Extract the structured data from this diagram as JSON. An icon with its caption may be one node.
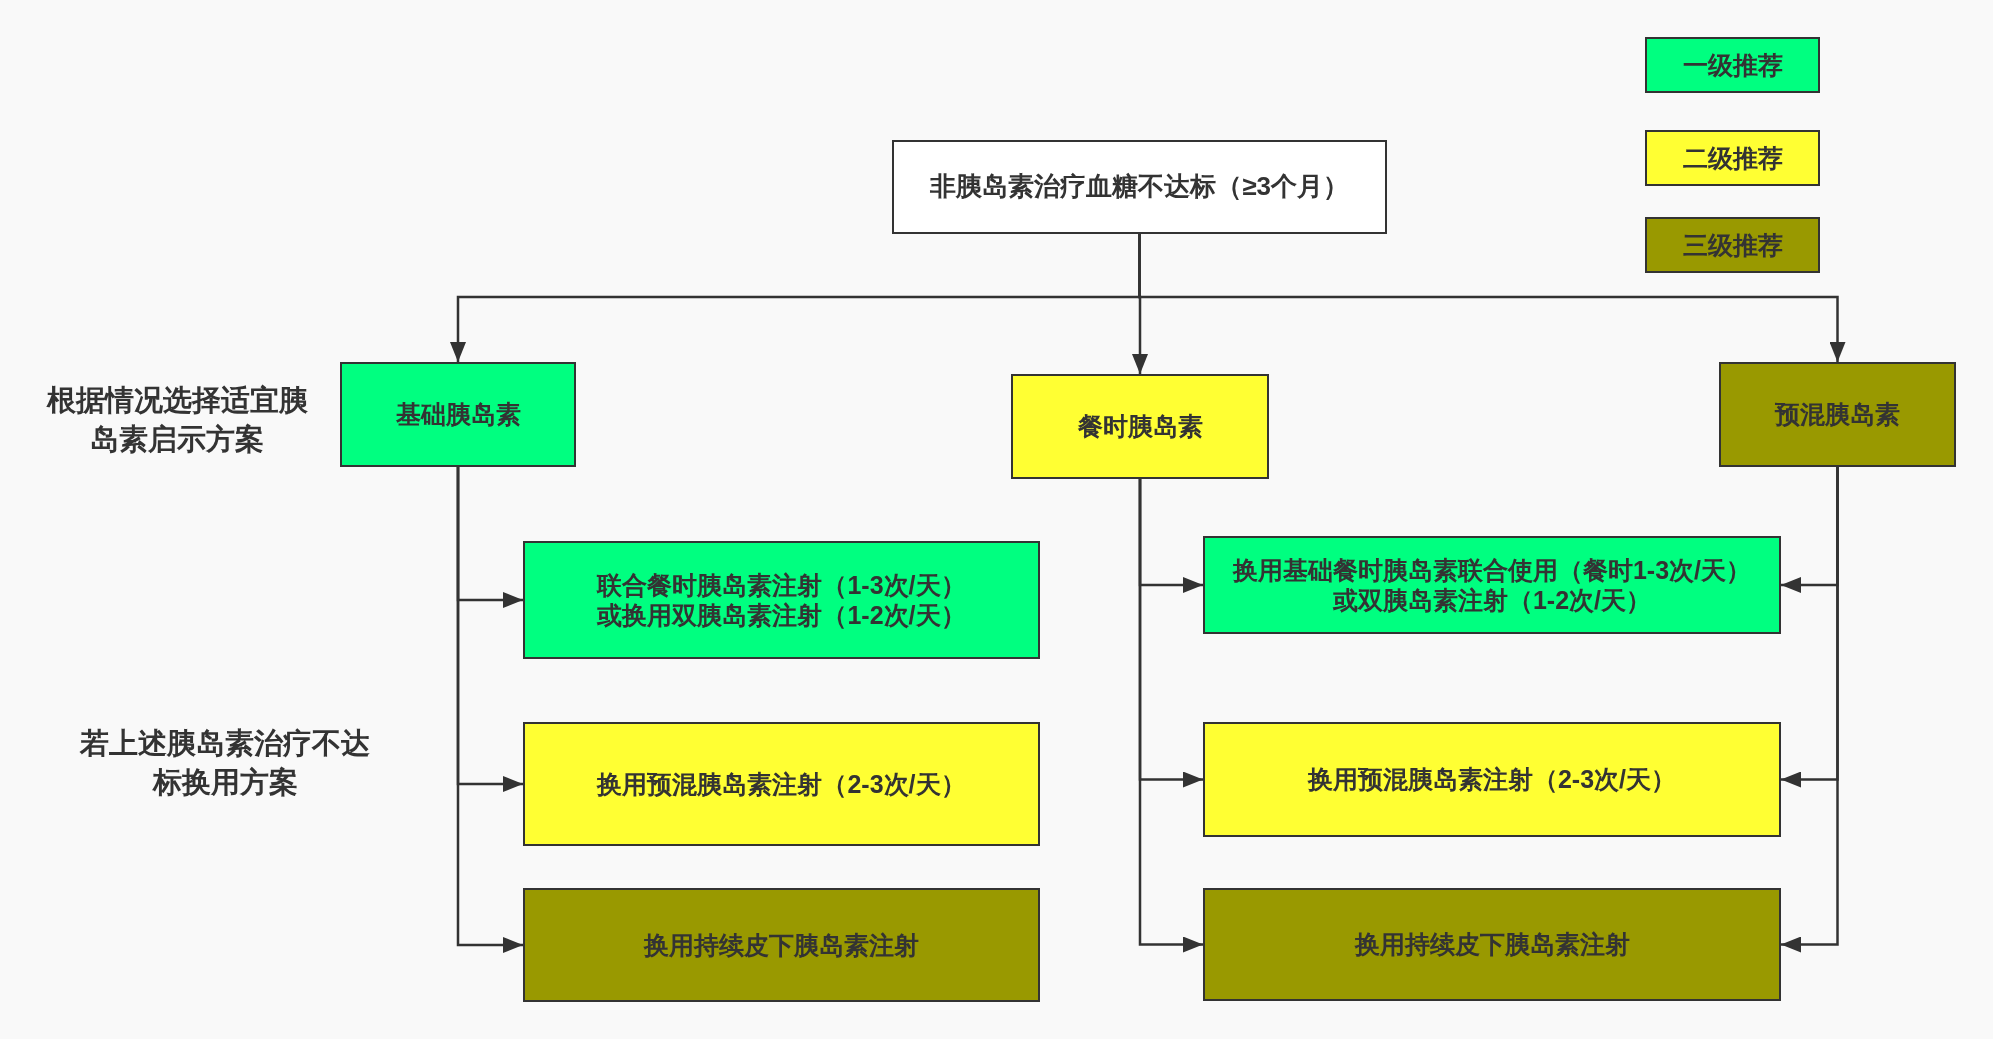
{
  "diagram": {
    "nodes": [
      {
        "text": [
          "非胰岛素治疗血糖不达标（≥3个月）"
        ]
      },
      {
        "text": [
          "基础胰岛素"
        ]
      },
      {
        "text": [
          "餐时胰岛素"
        ]
      },
      {
        "text": [
          "预混胰岛素"
        ]
      },
      {
        "text": [
          "联合餐时胰岛素注射（1-3次/天）或换用双胰岛素注射（1-2次/天）"
        ]
      },
      {
        "text": [
          "换用基础餐时胰岛素联合使用（餐时1-3次/天）或双胰岛素注射（1-2次/天）"
        ]
      },
      {
        "text": [
          "换用预混胰岛素注射（2-3次/天）"
        ]
      },
      {
        "text": [
          "换用预混胰岛素注射（2-3次/天）"
        ]
      },
      {
        "text": [
          "换用持续皮下胰岛素注射"
        ]
      },
      {
        "text": [
          "换用持续皮下胰岛素注射"
        ]
      }
    ],
    "edges": [
      {
        "from": 0,
        "to": 1,
        "arrow": "to"
      },
      {
        "from": 0,
        "to": 2,
        "arrow": "to"
      },
      {
        "from": 0,
        "to": 3,
        "arrow": "to"
      },
      {
        "from": 1,
        "to": 4,
        "arrow": "to"
      },
      {
        "from": 1,
        "to": 6,
        "arrow": "to"
      },
      {
        "from": 1,
        "to": 8,
        "arrow": "to"
      },
      {
        "from": 2,
        "to": 5,
        "arrow": "to"
      },
      {
        "from": 2,
        "to": 7,
        "arrow": "to"
      },
      {
        "from": 2,
        "to": 9,
        "arrow": "to"
      },
      {
        "from": 3,
        "to": 5,
        "arrow": "to"
      },
      {
        "from": 3,
        "to": 7,
        "arrow": "to"
      },
      {
        "from": 3,
        "to": 9,
        "arrow": "to"
      }
    ],
    "labels": [
      "根据情况选择适宜胰岛素启示方案",
      "若上述胰岛素治疗不达标换用方案"
    ],
    "legend": [
      {
        "text": "一级推荐",
        "color": "#00ff80"
      },
      {
        "text": "二级推荐",
        "color": "#ffff33"
      },
      {
        "text": "三级推荐",
        "color": "#999900"
      }
    ]
  }
}
